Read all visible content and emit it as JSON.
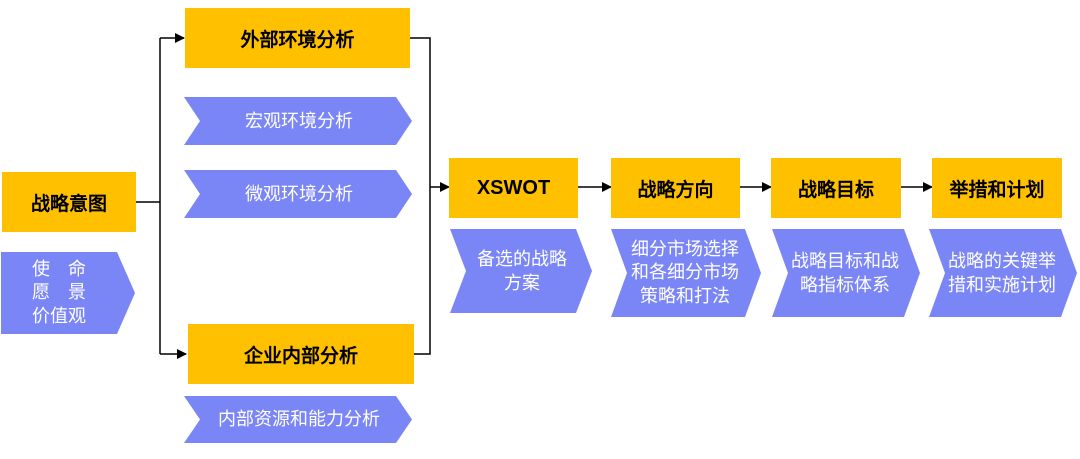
{
  "colors": {
    "box": "#FFC000",
    "chevron": "#7B86F6",
    "line": "#000000"
  },
  "nodes": {
    "strategic_intent": "战略意图",
    "external_analysis": "外部环境分析",
    "internal_analysis": "企业内部分析",
    "swot": "XSWOT",
    "direction": "战略方向",
    "goals": "战略目标",
    "actions": "举措和计划"
  },
  "details": {
    "mission": "使　命\n愿　景\n价值观",
    "macro": "宏观环境分析",
    "micro": "微观环境分析",
    "resources": "内部资源和能力分析",
    "swot_detail": "备选的战略\n方案",
    "direction_detail": "细分市场选择\n和各细分市场\n策略和打法",
    "goals_detail": "战略目标和战\n略指标体系",
    "actions_detail": "战略的关键举\n措和实施计划"
  }
}
